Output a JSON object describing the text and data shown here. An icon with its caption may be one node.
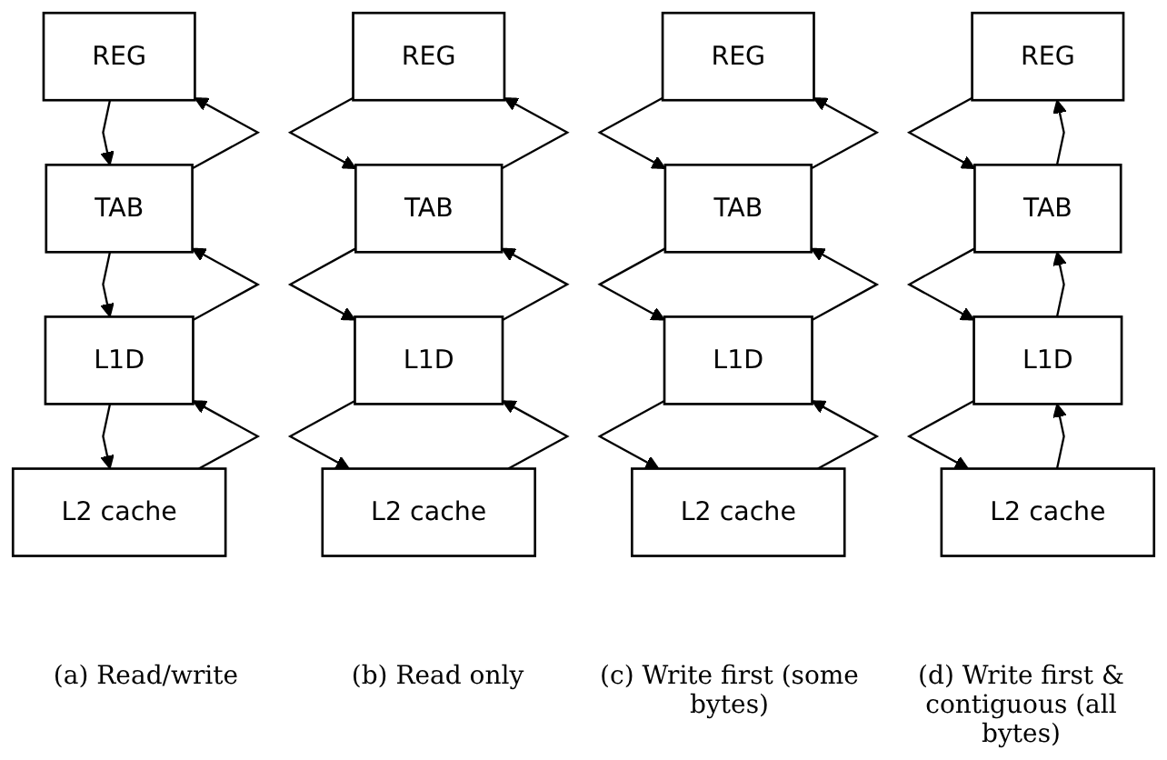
{
  "diagram": {
    "nodes": [
      {
        "text": [
          "REG"
        ]
      },
      {
        "text": [
          "TAB"
        ]
      },
      {
        "text": [
          "L1D"
        ]
      },
      {
        "text": [
          "L2 cache"
        ]
      },
      {
        "text": [
          "REG"
        ]
      },
      {
        "text": [
          "TAB"
        ]
      },
      {
        "text": [
          "L1D"
        ]
      },
      {
        "text": [
          "L2 cache"
        ]
      },
      {
        "text": [
          "REG"
        ]
      },
      {
        "text": [
          "TAB"
        ]
      },
      {
        "text": [
          "L1D"
        ]
      },
      {
        "text": [
          "L2 cache"
        ]
      },
      {
        "text": [
          "REG"
        ]
      },
      {
        "text": [
          "TAB"
        ]
      },
      {
        "text": [
          "L1D"
        ]
      },
      {
        "text": [
          "L2 cache"
        ]
      }
    ],
    "edges": [
      {
        "from": 0,
        "to": 1,
        "arrow": "to"
      },
      {
        "from": 1,
        "to": 0,
        "arrow": "to"
      },
      {
        "from": 1,
        "to": 2,
        "arrow": "to"
      },
      {
        "from": 2,
        "to": 1,
        "arrow": "to"
      },
      {
        "from": 2,
        "to": 3,
        "arrow": "to"
      },
      {
        "from": 3,
        "to": 2,
        "arrow": "to"
      },
      {
        "from": 4,
        "to": 5,
        "arrow": "to"
      },
      {
        "from": 5,
        "to": 4,
        "arrow": "to"
      },
      {
        "from": 5,
        "to": 6,
        "arrow": "to"
      },
      {
        "from": 6,
        "to": 5,
        "arrow": "to"
      },
      {
        "from": 6,
        "to": 7,
        "arrow": "to"
      },
      {
        "from": 7,
        "to": 6,
        "arrow": "to"
      },
      {
        "from": 8,
        "to": 9,
        "arrow": "to"
      },
      {
        "from": 9,
        "to": 8,
        "arrow": "to"
      },
      {
        "from": 9,
        "to": 10,
        "arrow": "to"
      },
      {
        "from": 10,
        "to": 9,
        "arrow": "to"
      },
      {
        "from": 10,
        "to": 11,
        "arrow": "to"
      },
      {
        "from": 11,
        "to": 10,
        "arrow": "to"
      },
      {
        "from": 12,
        "to": 13,
        "arrow": "to"
      },
      {
        "from": 13,
        "to": 12,
        "arrow": "to"
      },
      {
        "from": 13,
        "to": 14,
        "arrow": "to"
      },
      {
        "from": 14,
        "to": 13,
        "arrow": "to"
      },
      {
        "from": 14,
        "to": 15,
        "arrow": "to"
      },
      {
        "from": 15,
        "to": 14,
        "arrow": "to"
      }
    ],
    "labels": [
      "(a) Read/write",
      "(b) Read only",
      "(c) Write first (some bytes)",
      "(d) Write first & contiguous (all bytes)"
    ]
  }
}
